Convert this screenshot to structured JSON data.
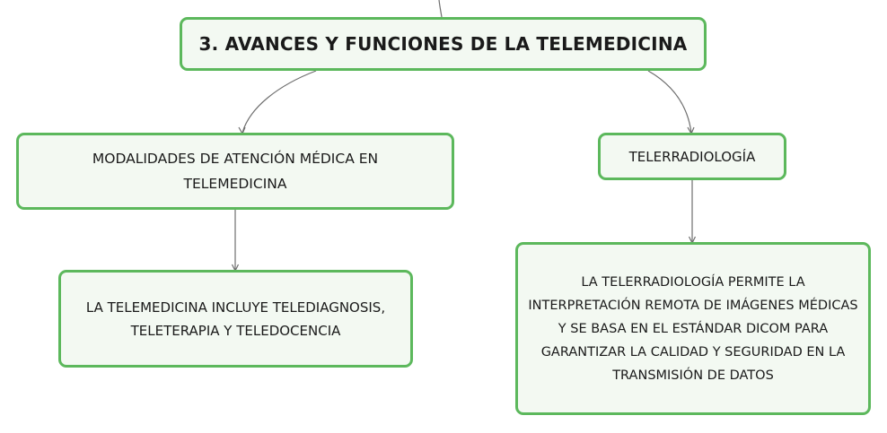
{
  "nodes": {
    "main": "3. AVANCES Y FUNCIONES DE LA TELEMEDICINA",
    "modalidades": "MODALIDADES DE ATENCIÓN MÉDICA EN TELEMEDICINA",
    "telerradiologia": "TELERRADIOLOGÍA",
    "telemedicina_incluye": "LA TELEMEDICINA INCLUYE TELEDIAGNOSIS, TELETERAPIA Y TELEDOCENCIA",
    "telerradiologia_detalle": "LA TELERRADIOLOGÍA PERMITE LA INTERPRETACIÓN REMOTA DE IMÁGENES MÉDICAS Y SE BASA EN EL ESTÁNDAR DICOM PARA GARANTIZAR LA CALIDAD Y SEGURIDAD EN LA TRANSMISIÓN DE DATOS"
  },
  "colors": {
    "node_border": "#5cb85c",
    "node_fill": "#f3f9f2",
    "connector": "#6e6e6e"
  }
}
